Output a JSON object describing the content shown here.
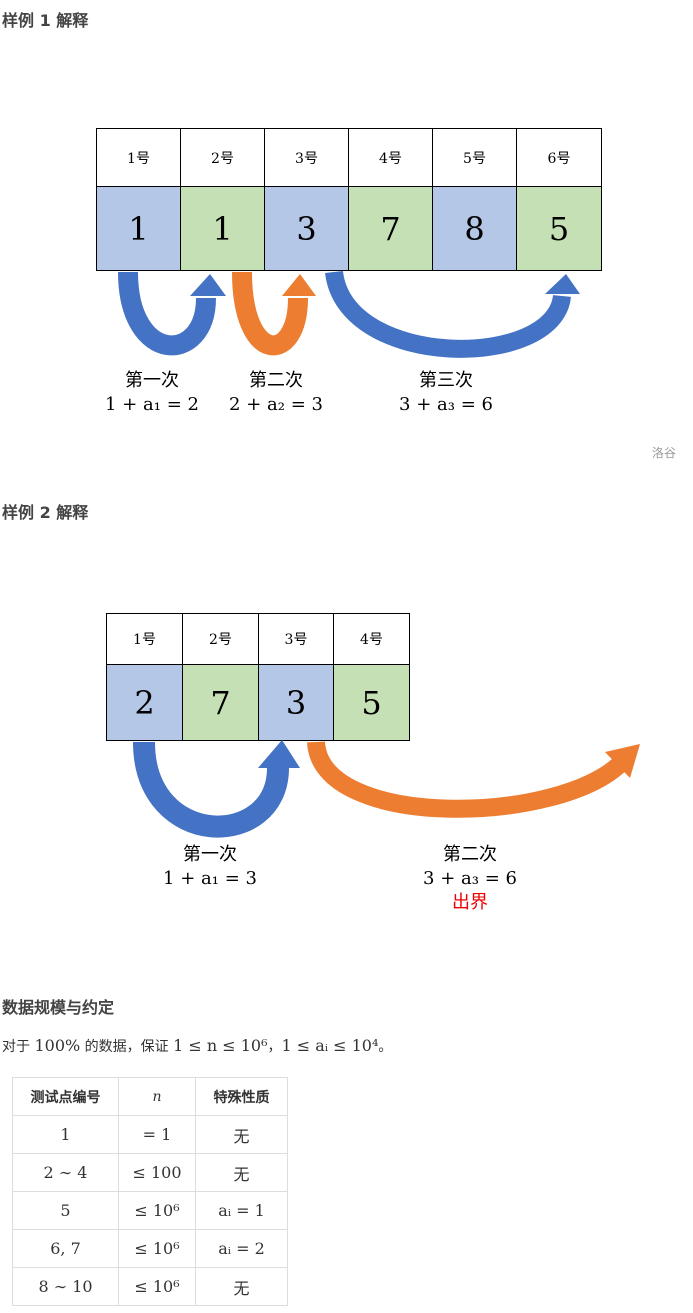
{
  "sample1": {
    "heading": "样例 1 解释",
    "headers": [
      "1号",
      "2号",
      "3号",
      "4号",
      "5号",
      "6号"
    ],
    "values": [
      "1",
      "1",
      "3",
      "7",
      "8",
      "5"
    ],
    "steps": [
      {
        "label": "第一次",
        "formula": "1 + a₁ = 2"
      },
      {
        "label": "第二次",
        "formula": "2 + a₂ = 3"
      },
      {
        "label": "第三次",
        "formula": "3 + a₃ = 6"
      }
    ],
    "watermark": "洛谷"
  },
  "sample2": {
    "heading": "样例 2 解释",
    "headers": [
      "1号",
      "2号",
      "3号",
      "4号"
    ],
    "values": [
      "2",
      "7",
      "3",
      "5"
    ],
    "steps": [
      {
        "label": "第一次",
        "formula": "1 + a₁ = 3"
      },
      {
        "label": "第二次",
        "formula": "3 + a₃ = 6",
        "note": "出界"
      }
    ]
  },
  "constraints": {
    "heading": "数据规模与约定",
    "text_prefix": "对于 ",
    "percent": "100%",
    "text_mid": " 的数据，保证 ",
    "cond1": "1 ≤ n ≤ 10⁶",
    "sep": "，",
    "cond2": "1 ≤ aᵢ ≤ 10⁴",
    "end": "。",
    "table": {
      "headers": [
        "测试点编号",
        "n",
        "特殊性质"
      ],
      "rows": [
        [
          "1",
          "= 1",
          "无"
        ],
        [
          "2 ∼ 4",
          "≤ 100",
          "无"
        ],
        [
          "5",
          "≤ 10⁶",
          "aᵢ = 1"
        ],
        [
          "6, 7",
          "≤ 10⁶",
          "aᵢ = 2"
        ],
        [
          "8 ∼ 10",
          "≤ 10⁶",
          "无"
        ]
      ]
    }
  },
  "colors": {
    "blue": "#b4c7e7",
    "green": "#c5e0b4",
    "arrow_blue": "#4472c4",
    "arrow_orange": "#ed7d31",
    "red": "#e00000"
  }
}
